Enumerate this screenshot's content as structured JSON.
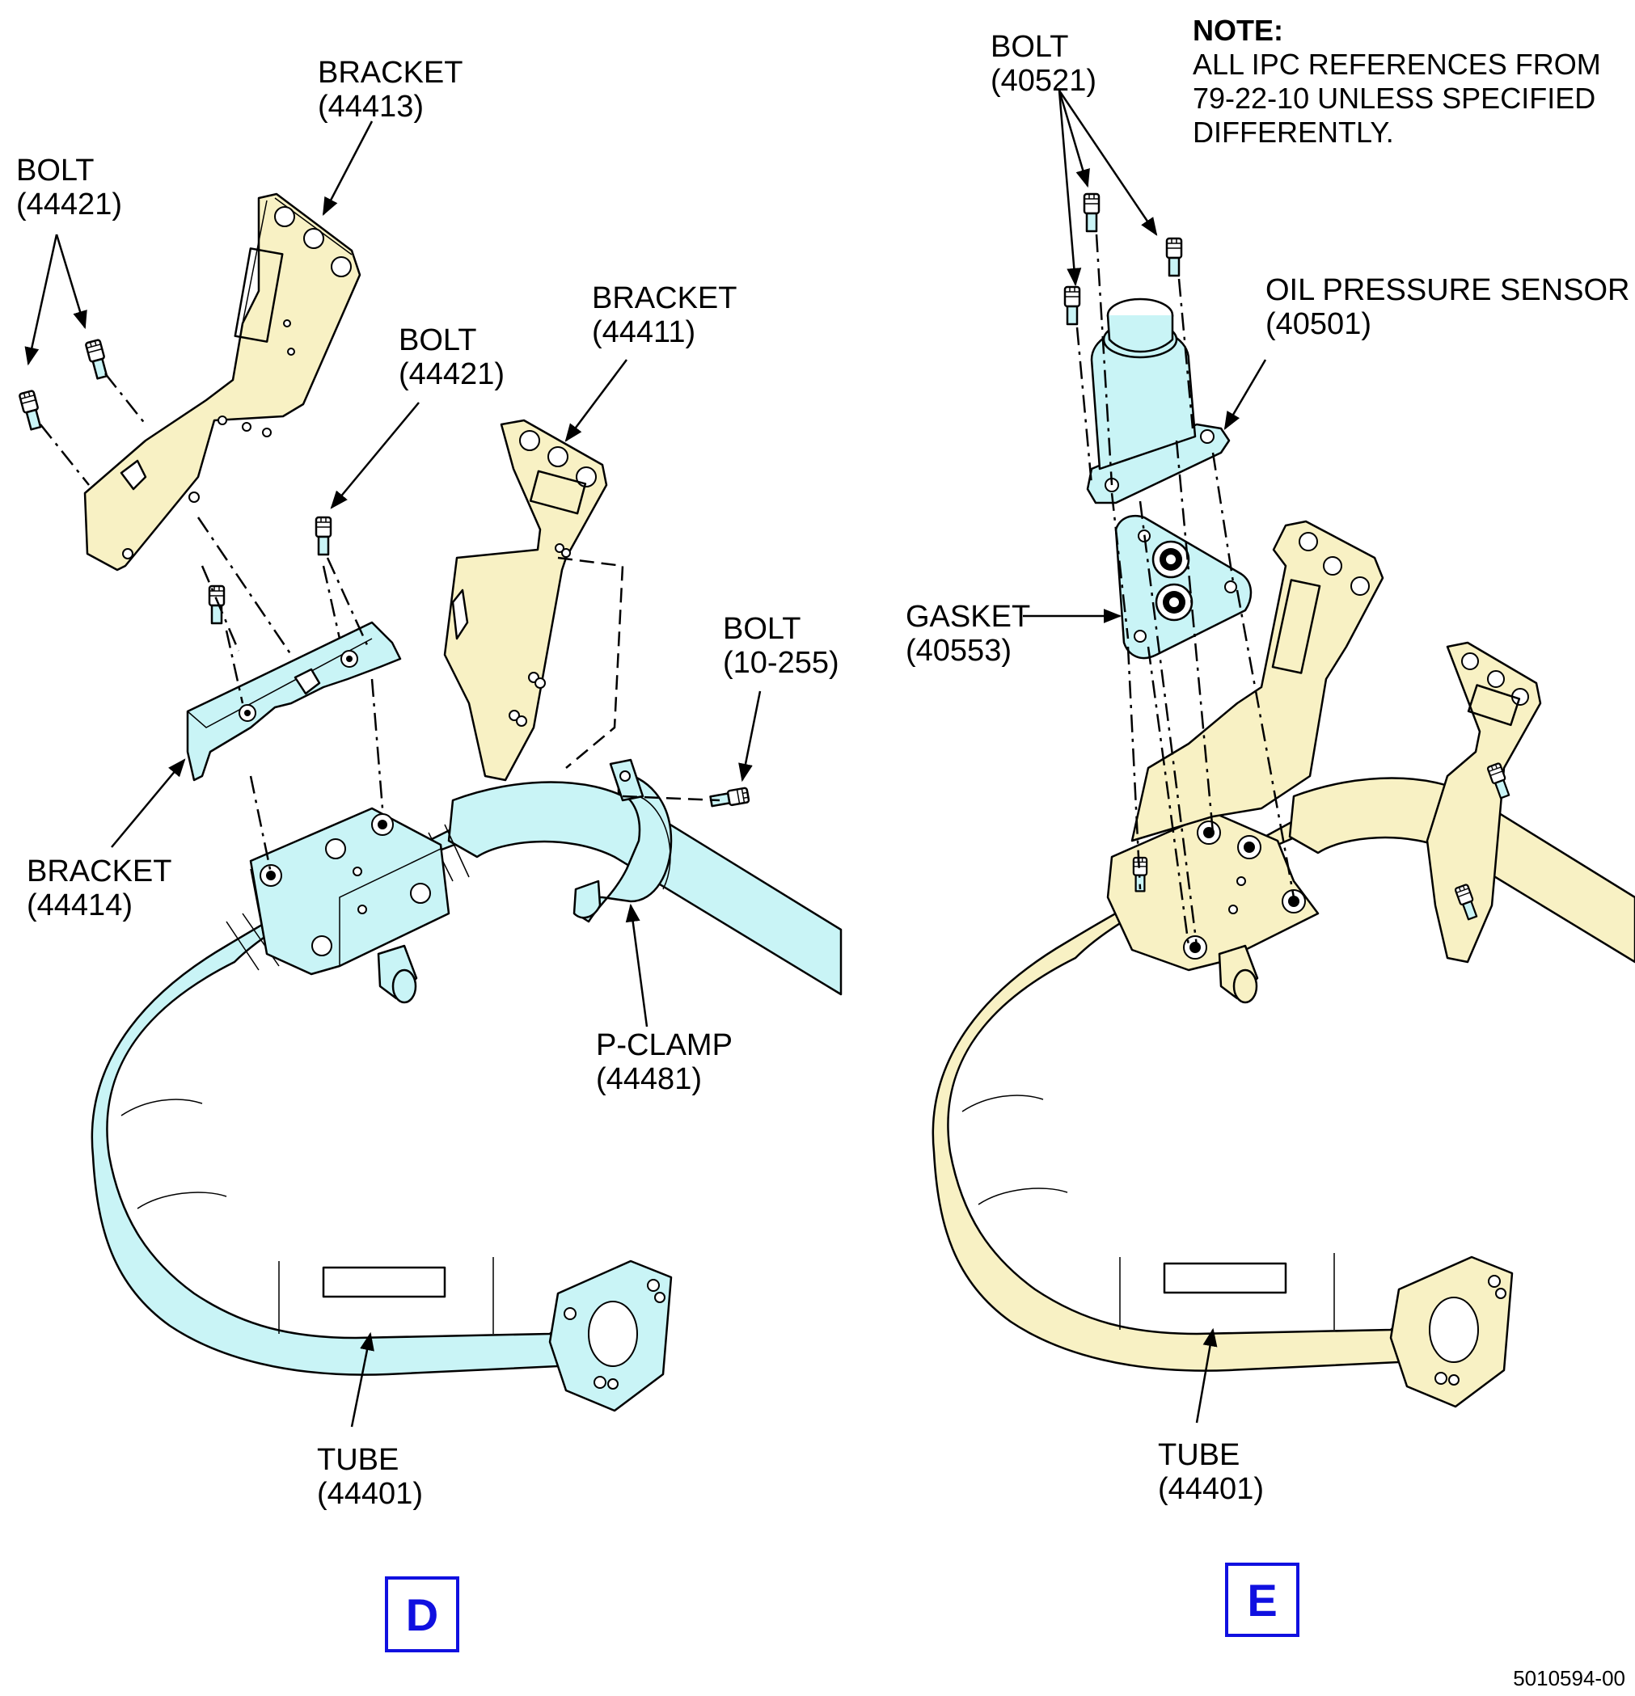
{
  "note": {
    "title": "NOTE:",
    "lines": [
      "ALL IPC REFERENCES FROM",
      "79-22-10 UNLESS SPECIFIED",
      "DIFFERENTLY."
    ]
  },
  "view_d": {
    "letter": "D",
    "callouts": [
      {
        "name": "BRACKET",
        "ref": "(44413)"
      },
      {
        "name": "BOLT",
        "ref": "(44421)"
      },
      {
        "name": "BOLT",
        "ref": "(44421)"
      },
      {
        "name": "BRACKET",
        "ref": "(44411)"
      },
      {
        "name": "BOLT",
        "ref": "(10-255)"
      },
      {
        "name": "BRACKET",
        "ref": "(44414)"
      },
      {
        "name": "P-CLAMP",
        "ref": "(44481)"
      },
      {
        "name": "TUBE",
        "ref": "(44401)"
      }
    ]
  },
  "view_e": {
    "letter": "E",
    "callouts": [
      {
        "name": "BOLT",
        "ref": "(40521)"
      },
      {
        "name": "OIL PRESSURE SENSOR",
        "ref": "(40501)"
      },
      {
        "name": "GASKET",
        "ref": "(40553)"
      },
      {
        "name": "TUBE",
        "ref": "(44401)"
      }
    ]
  },
  "figure_id": "5010594-00",
  "colors": {
    "cyan_part": "#c9f4f6",
    "yellow_part": "#f8f1c4",
    "view_letter": "#1010e0"
  }
}
